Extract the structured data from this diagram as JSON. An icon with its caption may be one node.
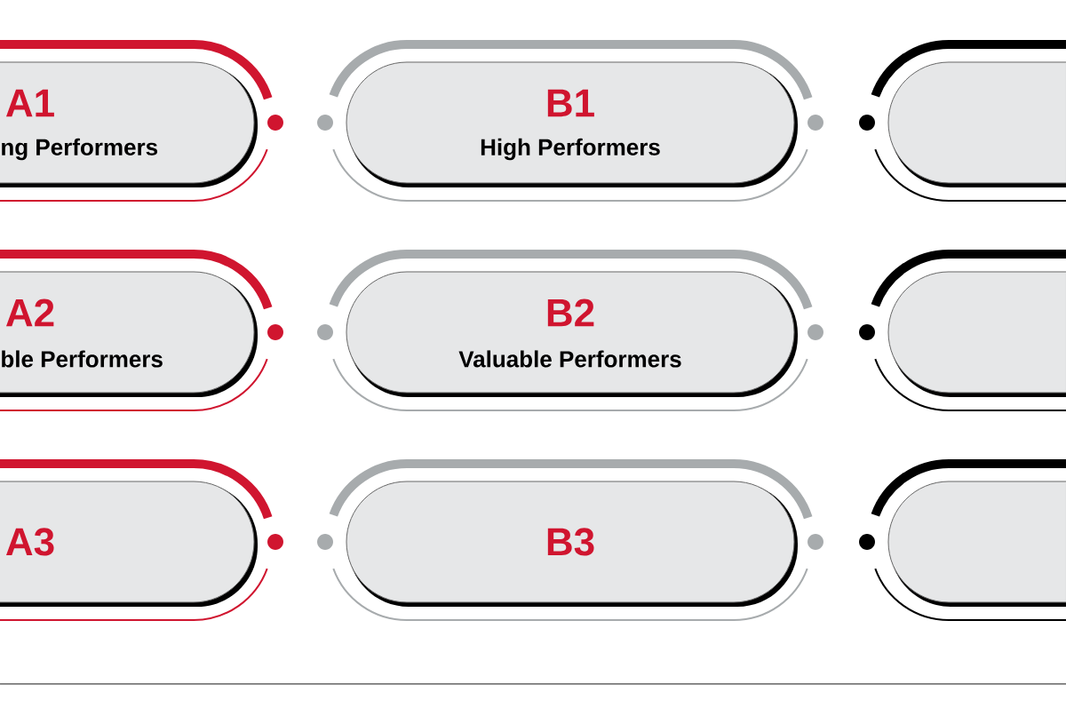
{
  "diagram": {
    "nodes": [
      {
        "text": [
          "A1",
          "ng Performers"
        ]
      },
      {
        "text": [
          "B1",
          "High Performers"
        ]
      },
      {
        "text": [],
        "shape": "box"
      },
      {
        "text": [
          "A2",
          "ble Performers"
        ]
      },
      {
        "text": [
          "B2",
          "Valuable Performers"
        ]
      },
      {
        "text": [],
        "shape": "box"
      },
      {
        "text": [
          "A3"
        ]
      },
      {
        "text": [
          "B3"
        ]
      },
      {
        "text": [],
        "shape": "box"
      }
    ]
  }
}
